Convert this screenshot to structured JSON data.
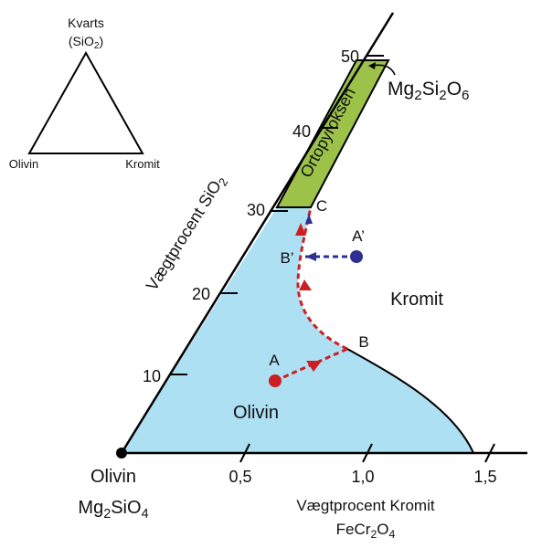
{
  "inset": {
    "apex_label": "Kvarts",
    "apex_formula": {
      "main": "(SiO",
      "sub": "2",
      "end": ")"
    },
    "left_label": "Olivin",
    "right_label": "Kromit"
  },
  "axes": {
    "y_title": {
      "main": "Vægtprocent SiO",
      "sub": "2"
    },
    "y_ticks": [
      "10",
      "20",
      "30",
      "40",
      "50"
    ],
    "x_title": "Vægtprocent Kromit",
    "x_formula": {
      "a": "FeCr",
      "s1": "2",
      "b": "O",
      "s2": "4"
    },
    "x_ticks": [
      "0,5",
      "1,0",
      "1,5"
    ]
  },
  "origin": {
    "name": "Olivin",
    "formula": {
      "a": "Mg",
      "s1": "2",
      "b": "SiO",
      "s2": "4"
    }
  },
  "fields": {
    "olivin": "Olivin",
    "kromit": "Kromit",
    "ortopyroksen": "Ortopyroksen"
  },
  "mg_formula": {
    "a": "Mg",
    "s1": "2",
    "b": "Si",
    "s2": "2",
    "c": "O",
    "s3": "6"
  },
  "points": {
    "A": "A",
    "B": "B",
    "C": "C",
    "A_prime": "A’",
    "B_prime": "B’"
  },
  "colors": {
    "olivin_fill": "#aee0f4",
    "ortho_fill": "#9cc24a",
    "red_path": "#cc1f24",
    "blue_path": "#2e3191",
    "line": "#000000"
  }
}
